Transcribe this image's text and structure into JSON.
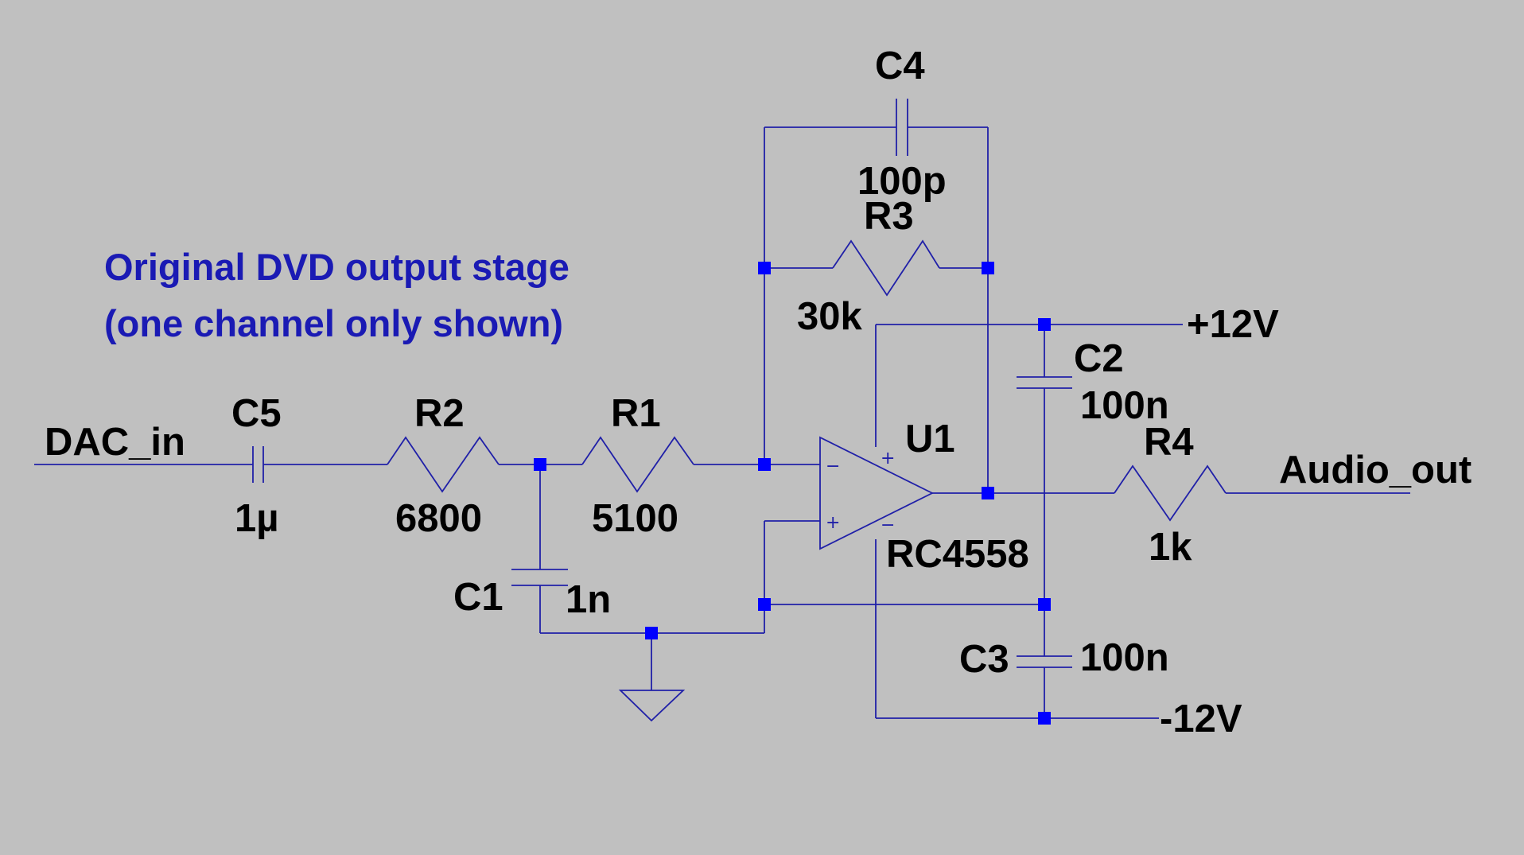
{
  "note": {
    "line1": "Original DVD output stage",
    "line2": "(one channel only shown)"
  },
  "nets": {
    "input": "DAC_in",
    "output": "Audio_out",
    "vpos": "+12V",
    "vneg": "-12V"
  },
  "components": {
    "C5": {
      "ref": "C5",
      "value": "1µ"
    },
    "R2": {
      "ref": "R2",
      "value": "6800"
    },
    "R1": {
      "ref": "R1",
      "value": "5100"
    },
    "C1": {
      "ref": "C1",
      "value": "1n"
    },
    "C4": {
      "ref": "C4",
      "value": "100p"
    },
    "R3": {
      "ref": "R3",
      "value": "30k"
    },
    "U1": {
      "ref": "U1",
      "value": "RC4558"
    },
    "C2": {
      "ref": "C2",
      "value": "100n"
    },
    "C3": {
      "ref": "C3",
      "value": "100n"
    },
    "R4": {
      "ref": "R4",
      "value": "1k"
    }
  },
  "symbols": {
    "plus": "+",
    "minus": "−"
  },
  "colors": {
    "background": "#c0c0c0",
    "wire": "#2020a8",
    "junction": "#0000ff",
    "label": "#000000",
    "note": "#1a1ab4"
  }
}
